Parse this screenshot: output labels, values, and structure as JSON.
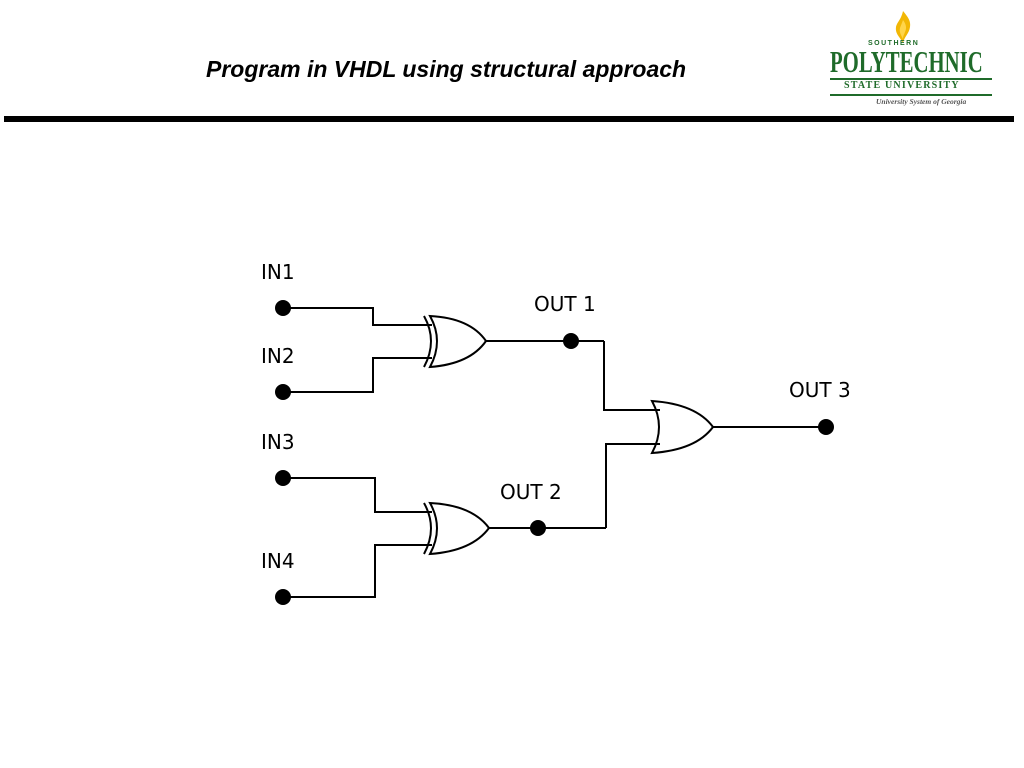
{
  "slide": {
    "title": "Program in VHDL using structural approach"
  },
  "logo": {
    "top_text": "SOUTHERN",
    "main_text": "POLYTECHNIC",
    "sub_text": "STATE UNIVERSITY",
    "tagline": "University System of Georgia",
    "brand_color": "#1f6b2a",
    "flame_color": "#f2b705"
  },
  "circuit": {
    "inputs": [
      "IN1",
      "IN2",
      "IN3",
      "IN4"
    ],
    "out1_label": "OUT 1",
    "out2_label": "OUT 2",
    "out3_label": "OUT 3",
    "gates": [
      "XOR",
      "XOR",
      "OR"
    ]
  }
}
